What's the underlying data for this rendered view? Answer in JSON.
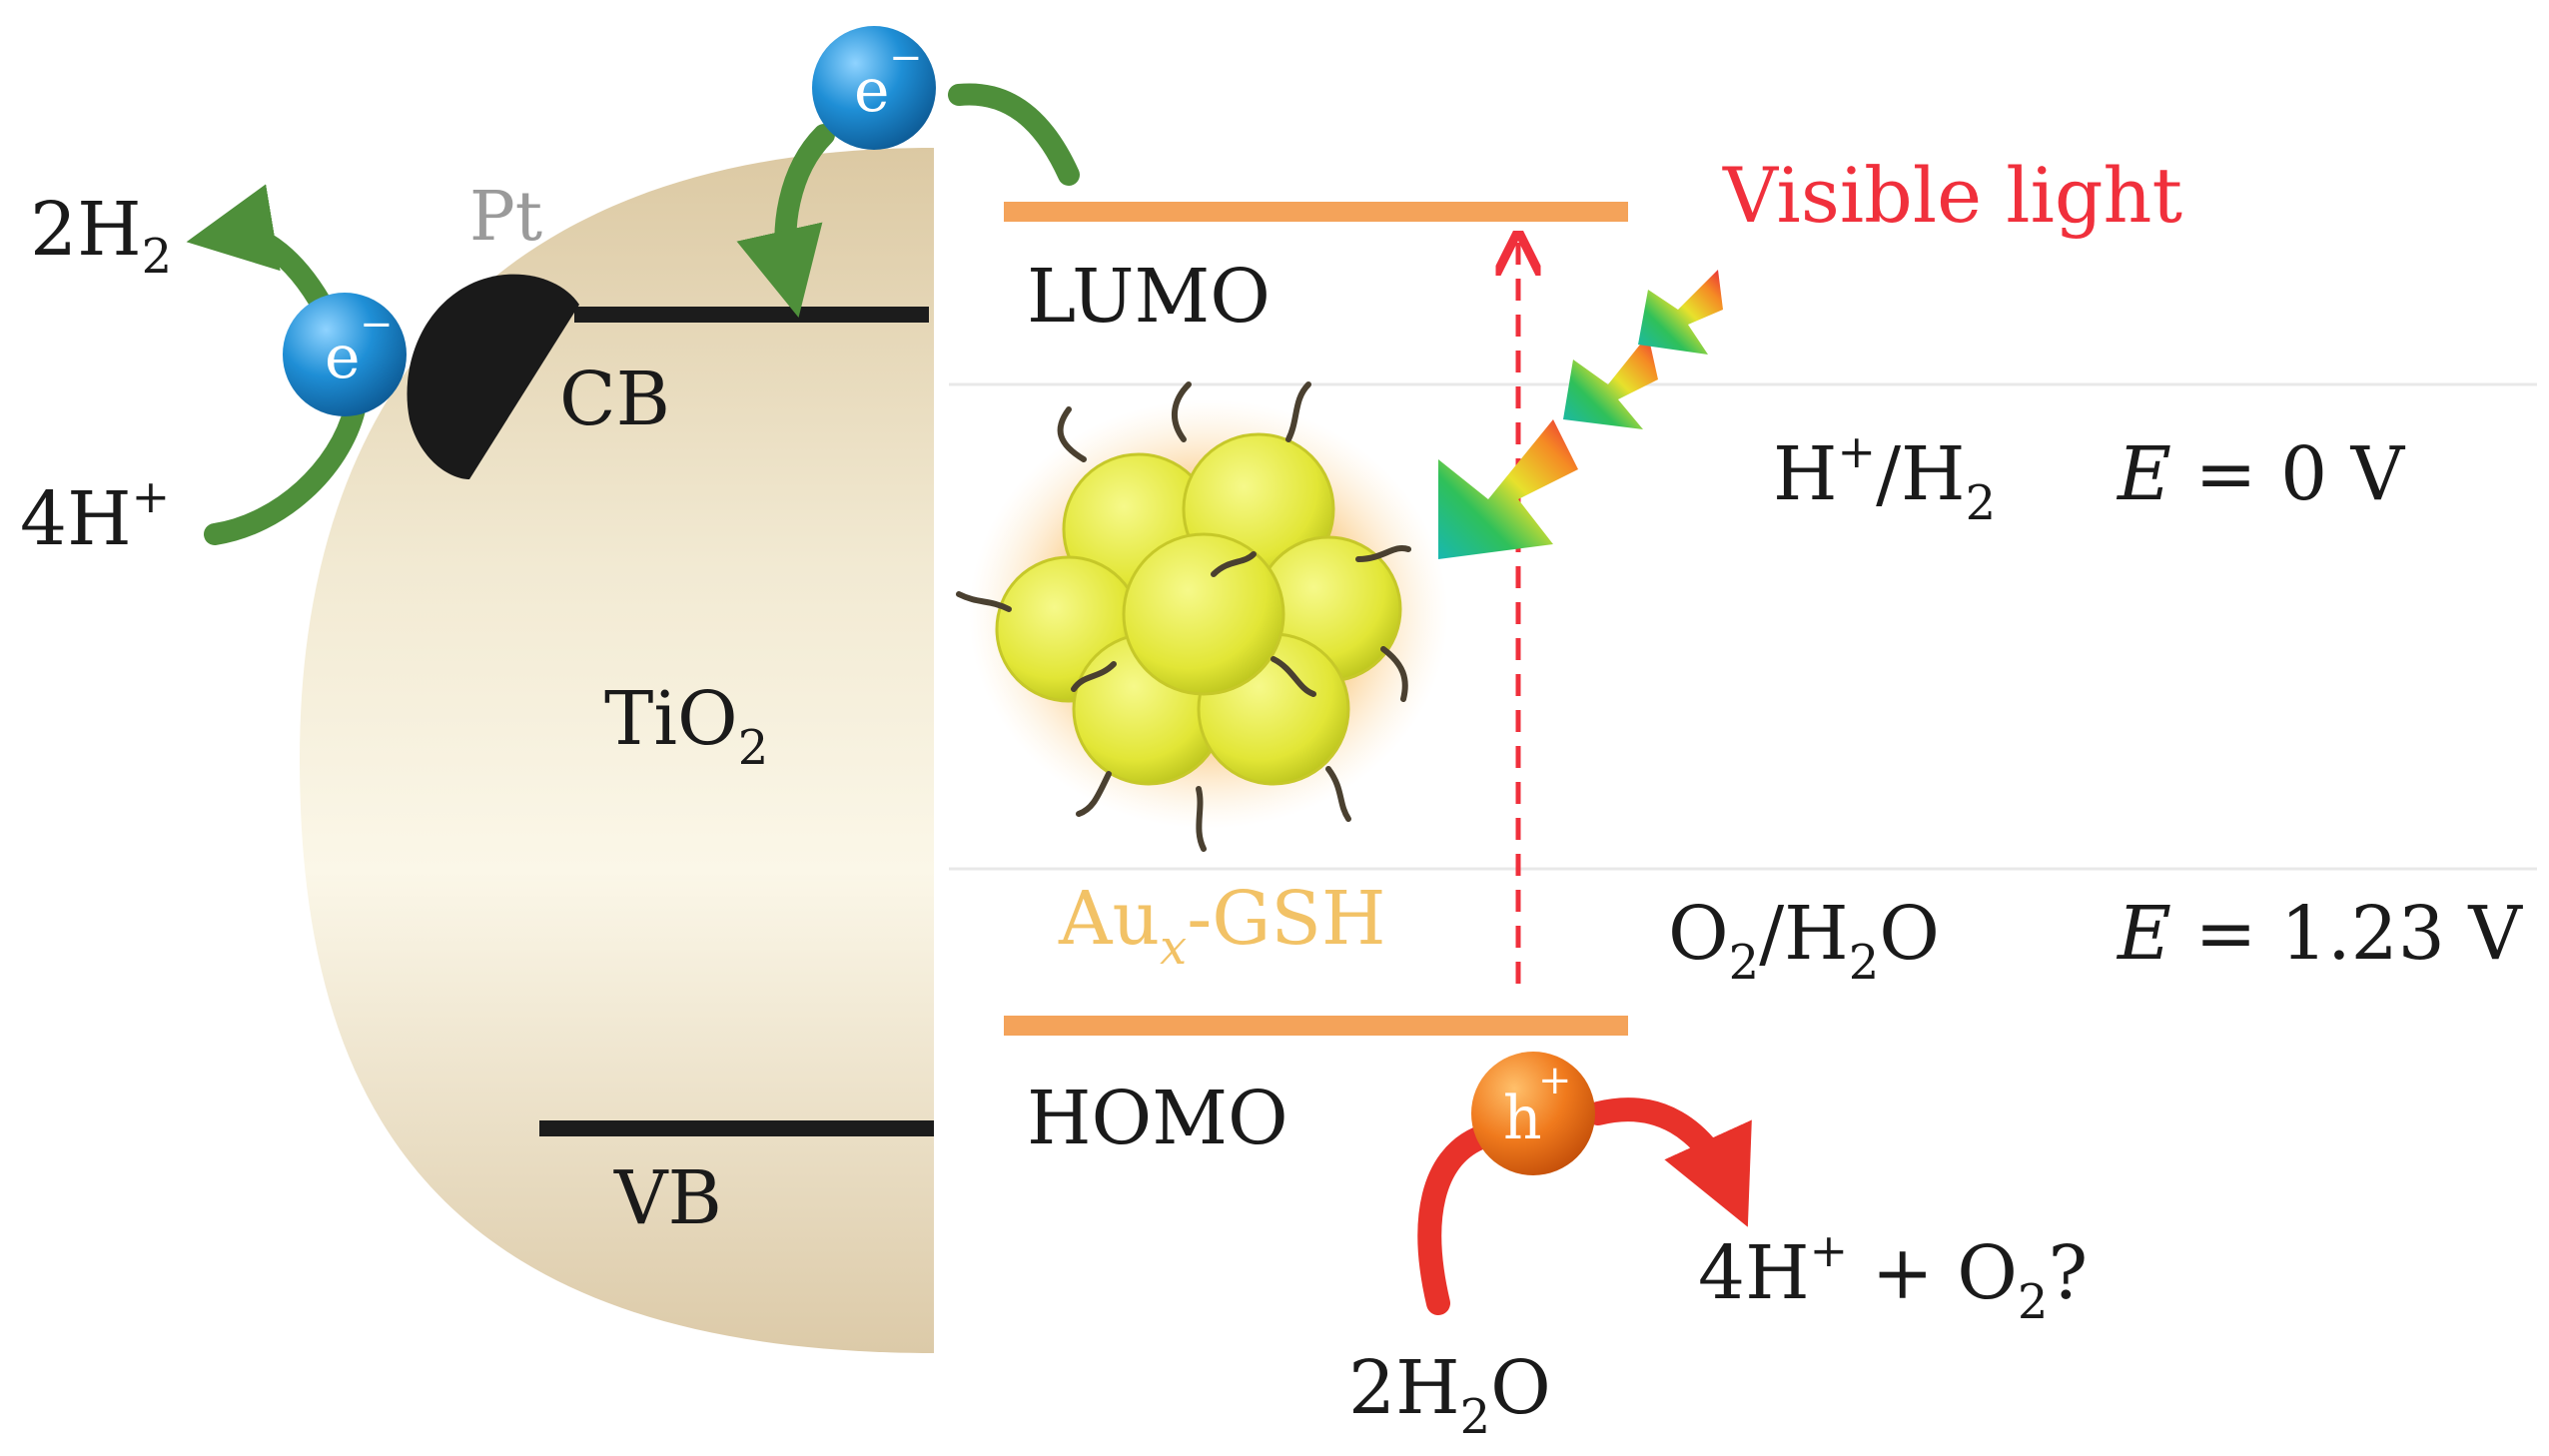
{
  "colors": {
    "text": "#1a1a1a",
    "orbital_line": "#f4a35a",
    "band_line": "#1c1c1c",
    "arrow_green": "#4e8f3a",
    "arrow_red": "#e8322a",
    "electron_blue": "#1f8fd6",
    "hole_orange": "#f07a1d",
    "au_label": "#f2c266",
    "visible_light": "#f0303c",
    "platinum": "#1a1a1a",
    "pt_label": "#9a9a9a",
    "tio2_fill": "#f0e7cf",
    "cluster_yellow": "#e6ea3a"
  },
  "tio2": {
    "label_main": "TiO",
    "label_sub": "2",
    "cb_label": "CB",
    "vb_label": "VB"
  },
  "platinum": {
    "label": "Pt"
  },
  "electron": {
    "symbol": "e",
    "charge": "−"
  },
  "hole": {
    "symbol": "h",
    "charge": "+"
  },
  "products_left": {
    "h2": {
      "coef": "2H",
      "sub": "2"
    },
    "protons": {
      "coef": "4H",
      "sup": "+"
    }
  },
  "cluster": {
    "label_main": "Au",
    "label_sub": "x",
    "label_suffix": "-GSH"
  },
  "orbitals": {
    "lumo_label": "LUMO",
    "homo_label": "HOMO"
  },
  "light": {
    "label": "Visible light"
  },
  "potentials": {
    "h_couple": {
      "h": "H",
      "h_sup": "+",
      "slash_h": "/H",
      "h2_sub": "2",
      "e_symbol": "E",
      "value": " = 0 V"
    },
    "o_couple": {
      "o": "O",
      "o_sub": "2",
      "slash_h": "/H",
      "h_sub": "2",
      "o_end": "O",
      "e_symbol": "E",
      "value": " = 1.23 V"
    }
  },
  "water_oxidation": {
    "reactant": {
      "h": "2H",
      "sub": "2",
      "o": "O"
    },
    "product": {
      "h": "4H",
      "sup": "+",
      "plus_o": " + O",
      "o_sub": "2",
      "q": "?"
    }
  }
}
